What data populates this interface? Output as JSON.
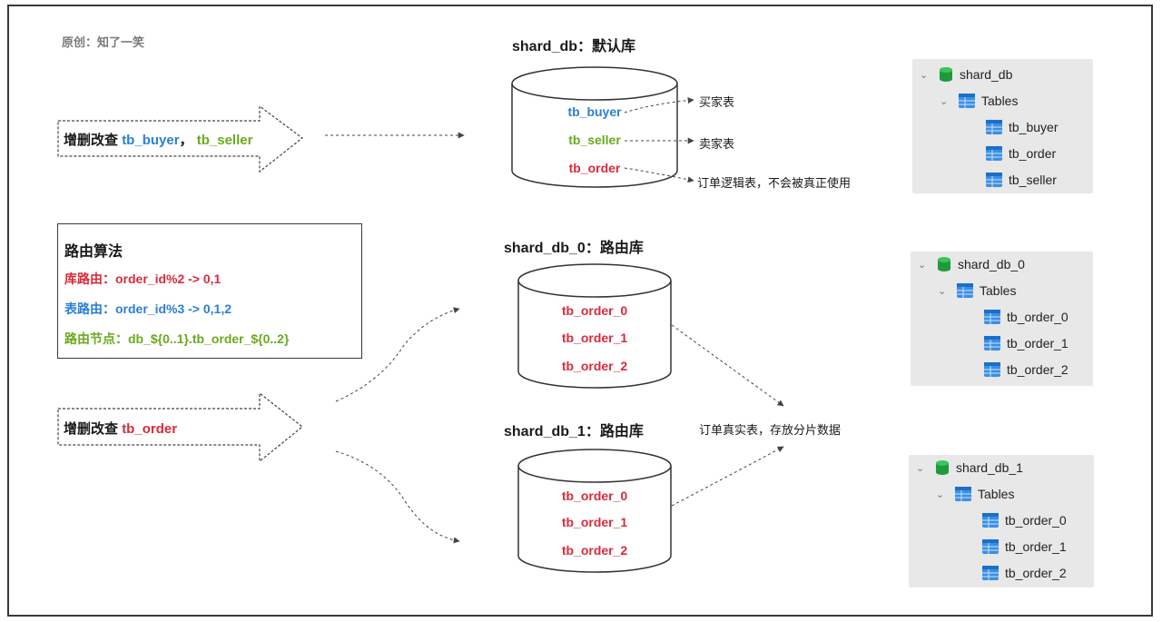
{
  "credit": "原创：知了一笑",
  "db_default": {
    "title": "shard_db：默认库",
    "tables": [
      {
        "name": "tb_buyer",
        "color": "#2a7fd8",
        "note": "买家表"
      },
      {
        "name": "tb_seller",
        "color": "#6aaa1e",
        "note": "卖家表"
      },
      {
        "name": "tb_order",
        "color": "#d92b3a",
        "note": "订单逻辑表，不会被真正使用"
      }
    ]
  },
  "db_0": {
    "title": "shard_db_0：路由库",
    "tables": [
      "tb_order_0",
      "tb_order_1",
      "tb_order_2"
    ]
  },
  "db_1": {
    "title": "shard_db_1：路由库",
    "tables": [
      "tb_order_0",
      "tb_order_1",
      "tb_order_2"
    ]
  },
  "arrow_top": {
    "prefix": "增删改查",
    "item1": "tb_buyer",
    "sep": "，",
    "item2": "tb_seller"
  },
  "arrow_bottom": {
    "prefix": "增删改查",
    "item1": "tb_order"
  },
  "routing": {
    "title": "路由算法",
    "db_rule": "库路由：order_id%2 -> 0,1",
    "table_rule": "表路由：order_id%3 -> 0,1,2",
    "node_rule": "路由节点：db_${0..1}.tb_order_${0..2}"
  },
  "shard_note": "订单真实表，存放分片数据",
  "trees": [
    {
      "db": "shard_db",
      "group": "Tables",
      "items": [
        "tb_buyer",
        "tb_order",
        "tb_seller"
      ]
    },
    {
      "db": "shard_db_0",
      "group": "Tables",
      "items": [
        "tb_order_0",
        "tb_order_1",
        "tb_order_2"
      ]
    },
    {
      "db": "shard_db_1",
      "group": "Tables",
      "items": [
        "tb_order_0",
        "tb_order_1",
        "tb_order_2"
      ]
    }
  ],
  "icons": {
    "db": "database-icon",
    "table": "table-icon",
    "chevron": "chevron-down-icon"
  },
  "colors": {
    "blue": "#2a7fd8",
    "green": "#6aaa1e",
    "red": "#d92b3a"
  }
}
